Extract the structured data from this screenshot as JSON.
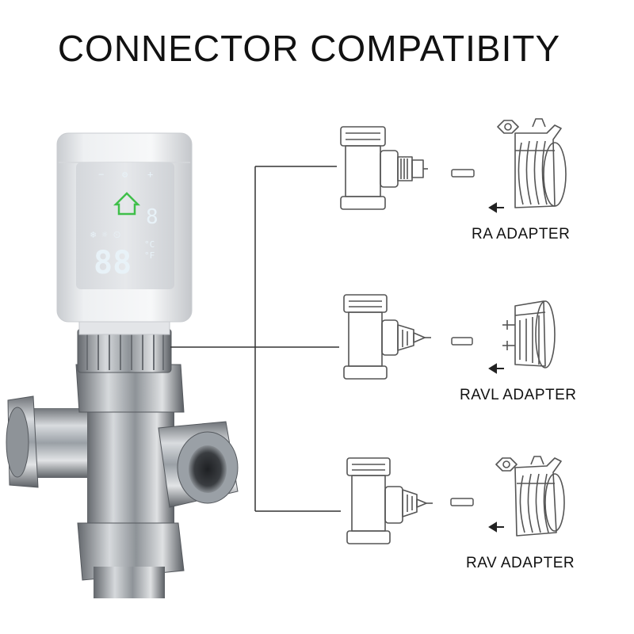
{
  "title": "CONNECTOR COMPATIBITY",
  "thermostat": {
    "display_digits": "88",
    "display_side_digit": "8",
    "unit_c": "°C",
    "unit_f": "°F"
  },
  "adapters": [
    {
      "label": "RA ADAPTER"
    },
    {
      "label": "RAVL ADAPTER"
    },
    {
      "label": "RAV ADAPTER"
    }
  ],
  "colors": {
    "line": "#333333",
    "sketch": "#555555",
    "home_icon": "#3fbf4a",
    "thermostat_body": "#eef0f2",
    "display": "#ffffff"
  }
}
